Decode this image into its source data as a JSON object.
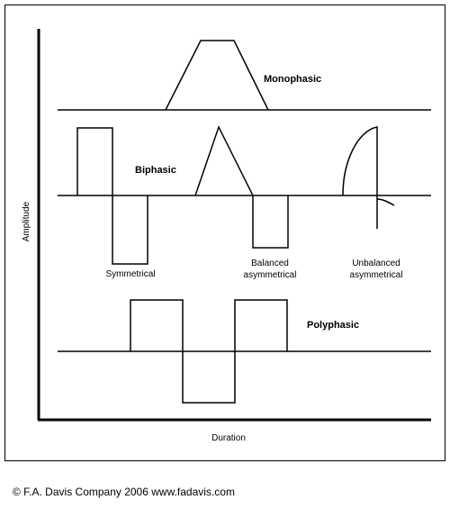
{
  "axes": {
    "y_label": "Amplitude",
    "x_label": "Duration"
  },
  "labels": {
    "monophasic": "Monophasic",
    "biphasic": "Biphasic",
    "symmetrical": "Symmetrical",
    "balanced": "Balanced",
    "balanced_2": "asymmetrical",
    "unbalanced": "Unbalanced",
    "unbalanced_2": "asymmetrical",
    "polyphasic": "Polyphasic"
  },
  "footer": {
    "copyright": "© F.A. Davis Company 2006  www.fadavis.com"
  }
}
